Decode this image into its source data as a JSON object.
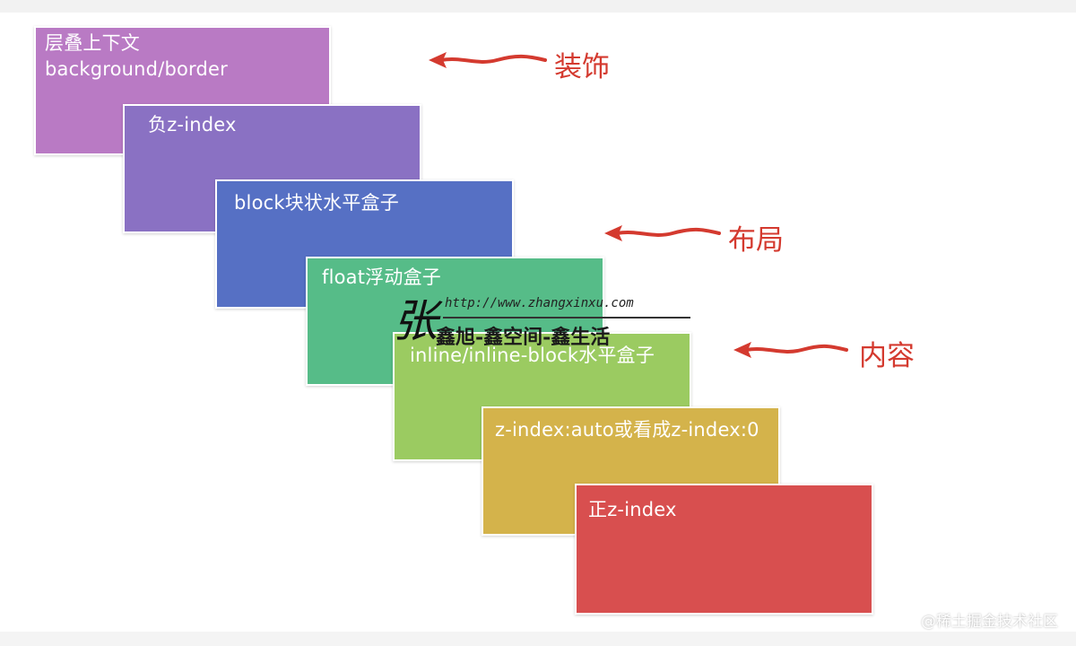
{
  "layers": [
    {
      "label": "层叠上下文 background/border",
      "color": "#b97ac4"
    },
    {
      "label": "负z-index",
      "color": "#8a71c3"
    },
    {
      "label": "block块状水平盒子",
      "color": "#5670c4"
    },
    {
      "label": "float浮动盒子",
      "color": "#56bc88"
    },
    {
      "label": "inline/inline-block水平盒子",
      "color": "#9bcb61"
    },
    {
      "label": "z-index:auto或看成z-index:0",
      "color": "#d4b34b"
    },
    {
      "label": "正z-index",
      "color": "#d84f4f"
    }
  ],
  "categories": [
    {
      "label": "装饰"
    },
    {
      "label": "布局"
    },
    {
      "label": "内容"
    }
  ],
  "accent_color": "#d43a2f",
  "watermark": {
    "char": "张",
    "url": "http://www.zhangxinxu.com",
    "subtitle": "鑫旭-鑫空间-鑫生活"
  },
  "attribution": "@稀土掘金技术社区"
}
